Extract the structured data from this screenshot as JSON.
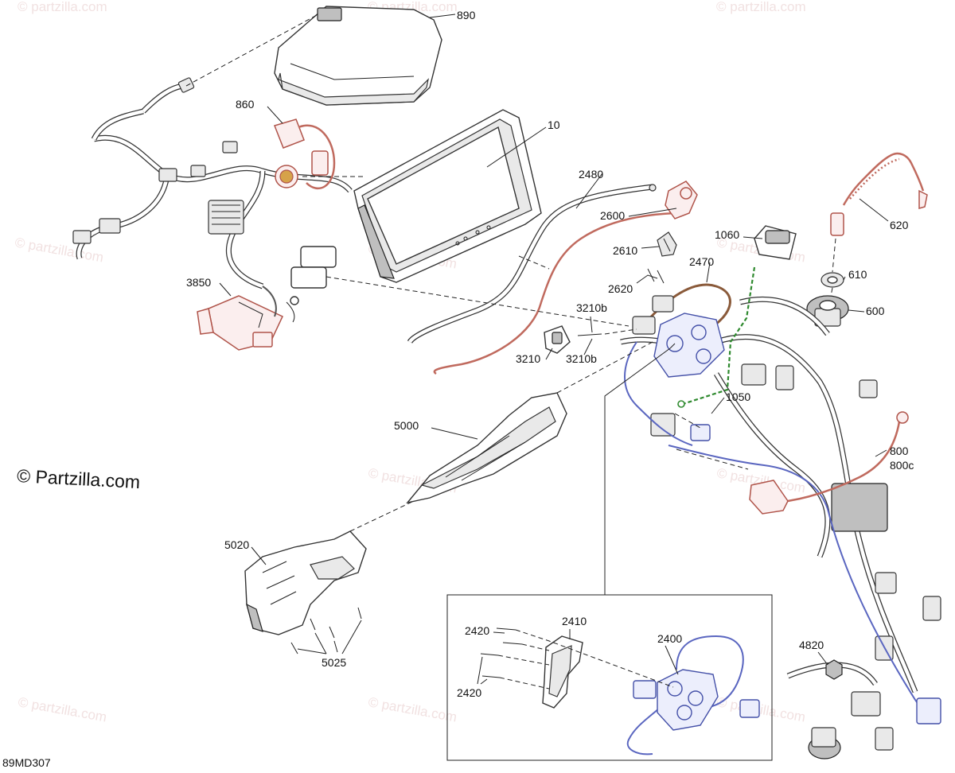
{
  "watermark": "© partzilla.com",
  "logo_text": "© Partzilla.com",
  "diagram_code": "89MD307",
  "callouts": {
    "c890": "890",
    "c860": "860",
    "c10": "10",
    "c2480": "2480",
    "c2600": "2600",
    "c620": "620",
    "c1060": "1060",
    "c610": "610",
    "c2610": "2610",
    "c2620": "2620",
    "c2470": "2470",
    "c600": "600",
    "c3850": "3850",
    "c3210b_top": "3210b",
    "c3210": "3210",
    "c3210b_bottom": "3210b",
    "c1050": "1050",
    "c5000": "5000",
    "c800": "800",
    "c800c": "800c",
    "c5020": "5020",
    "c5025": "5025",
    "c2420_top": "2420",
    "c2410": "2410",
    "c2400": "2400",
    "c2420_bottom": "2420",
    "c4820": "4820"
  }
}
